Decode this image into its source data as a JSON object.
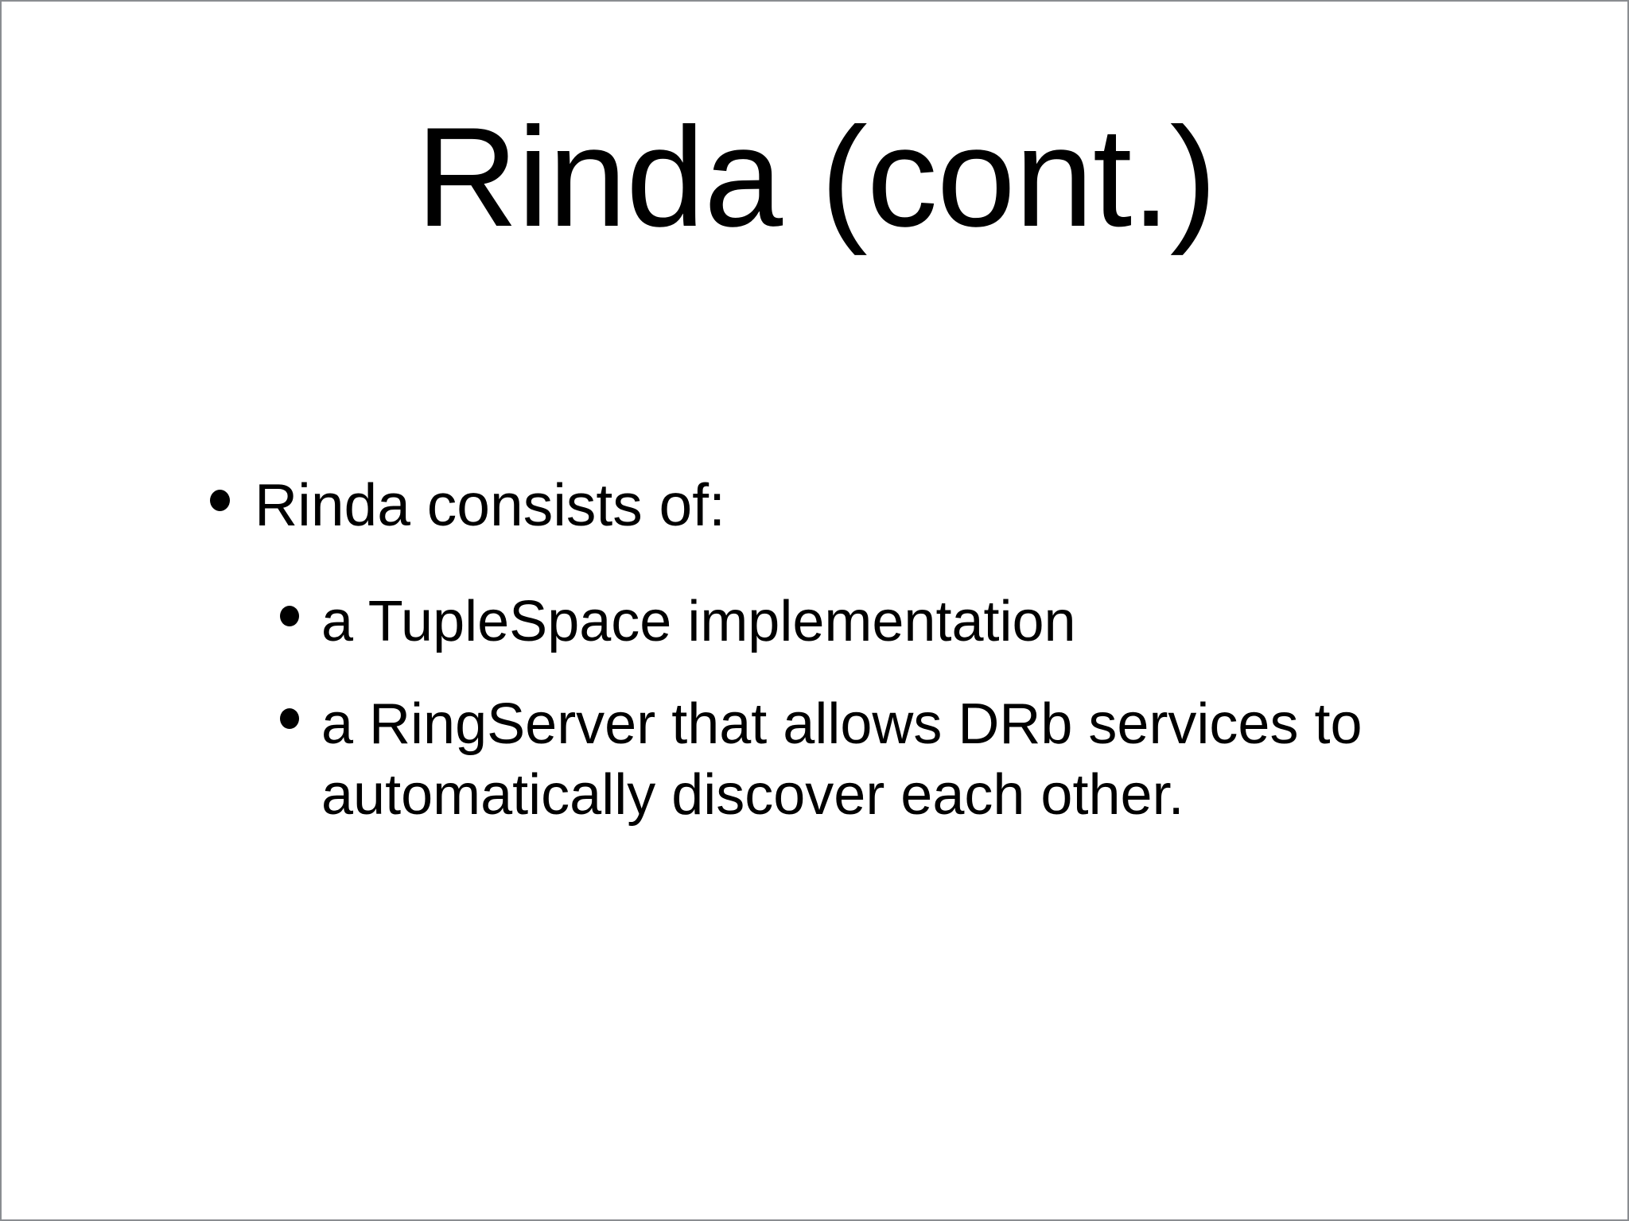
{
  "slide": {
    "title": "Rinda (cont.)",
    "background_color": "#ffffff",
    "text_color": "#000000",
    "border_color": "#8a8d91",
    "bullets": [
      {
        "level": 1,
        "marker": "filled-round-bullet",
        "text": "Rinda consists of:"
      },
      {
        "level": 2,
        "marker": "filled-round-bullet",
        "text": "a TupleSpace implementation"
      },
      {
        "level": 2,
        "marker": "filled-round-bullet",
        "text": "a RingServer that allows DRb services to automatically discover each other."
      }
    ]
  }
}
